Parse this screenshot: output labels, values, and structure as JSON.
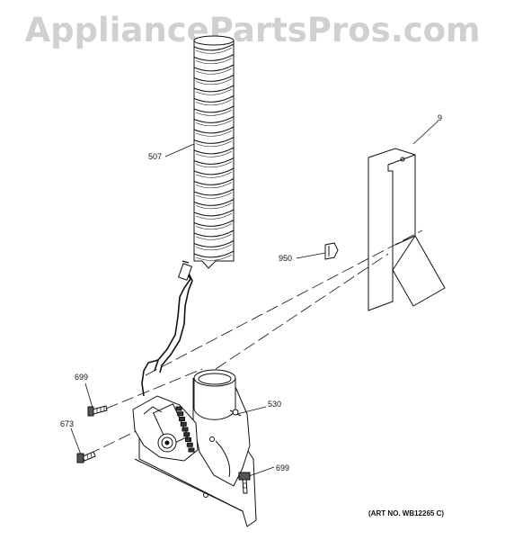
{
  "watermark": {
    "text": "AppliancePartsPros.com"
  },
  "callouts": {
    "duct_hose": "507",
    "bracket": "9",
    "clip": "950",
    "housing": "530",
    "screw_upper": "699",
    "screw_lower": "673",
    "screw_right": "699"
  },
  "art_number": "(ART NO. WB12265 C)"
}
